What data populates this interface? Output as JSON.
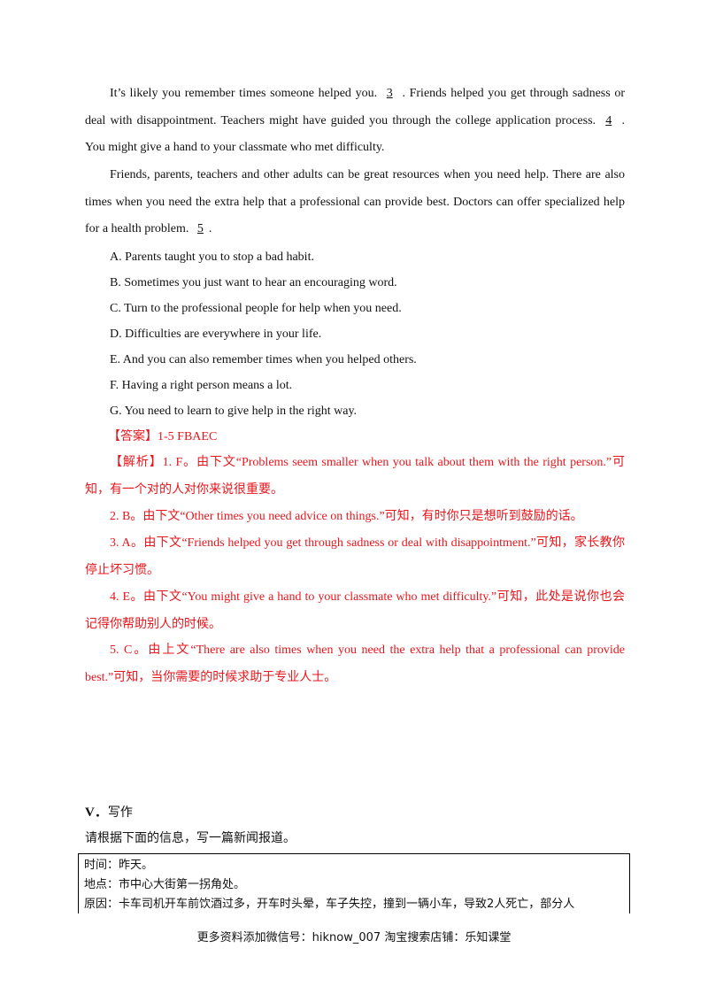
{
  "passage": {
    "p1_line1_a": "It’s likely you remember times someone helped you.",
    "blank3": "3",
    "p1_line1_b": ". Friends helped you get through sadness or deal with disappointment. Teachers might have guided you through the college application process.",
    "blank4": "4",
    "p1_line3": ". You might give a hand to your classmate who met difficulty.",
    "p2": "Friends, parents, teachers and other adults can be great resources when you need help. There are also times when you need the extra help that a professional can provide best. Doctors can offer specialized help for a health problem.",
    "blank5": "5"
  },
  "options": [
    "A. Parents taught you to stop a bad habit.",
    "B. Sometimes you just want to hear an encouraging word.",
    "C. Turn to the professional people for help when you need.",
    "D. Difficulties are everywhere in your life.",
    "E. And you can also remember times when you helped others.",
    "F. Having a right person means a lot.",
    "G. You need to learn to give help in the right way."
  ],
  "answer": {
    "label": "【答案】",
    "value": "1-5 FBAEC"
  },
  "analysis": {
    "label": "【解析】",
    "items": [
      "1. F。由下文“Problems seem smaller when you talk about them with the right person.”可知，有一个对的人对你来说很重要。",
      "2. B。由下文“Other times you need advice on things.”可知，有时你只是想听到鼓励的话。",
      "3. A。由下文“Friends helped you get through sadness or deal with disappointment.”可知，家长教你停止坏习惯。",
      "4. E。由下文“You might give a hand to your classmate who met difficulty.”可知，此处是说你也会记得你帮助别人的时候。",
      "5. C。由上文“There are also times when you need the extra help that a professional can provide best.”可知，当你需要的时候求助于专业人士。"
    ]
  },
  "section": {
    "number": "V．",
    "title": "写作",
    "instruction": "请根据下面的信息，写一篇新闻报道。"
  },
  "info": [
    "时间：昨天。",
    "地点：市中心大街第一拐角处。",
    "原因：卡车司机开车前饮酒过多，开车时头晕，车子失控，撞到一辆小车，导致2人死亡，部分人"
  ],
  "footer": "更多资料添加微信号：hiknow_007   淘宝搜索店铺：乐知课堂"
}
